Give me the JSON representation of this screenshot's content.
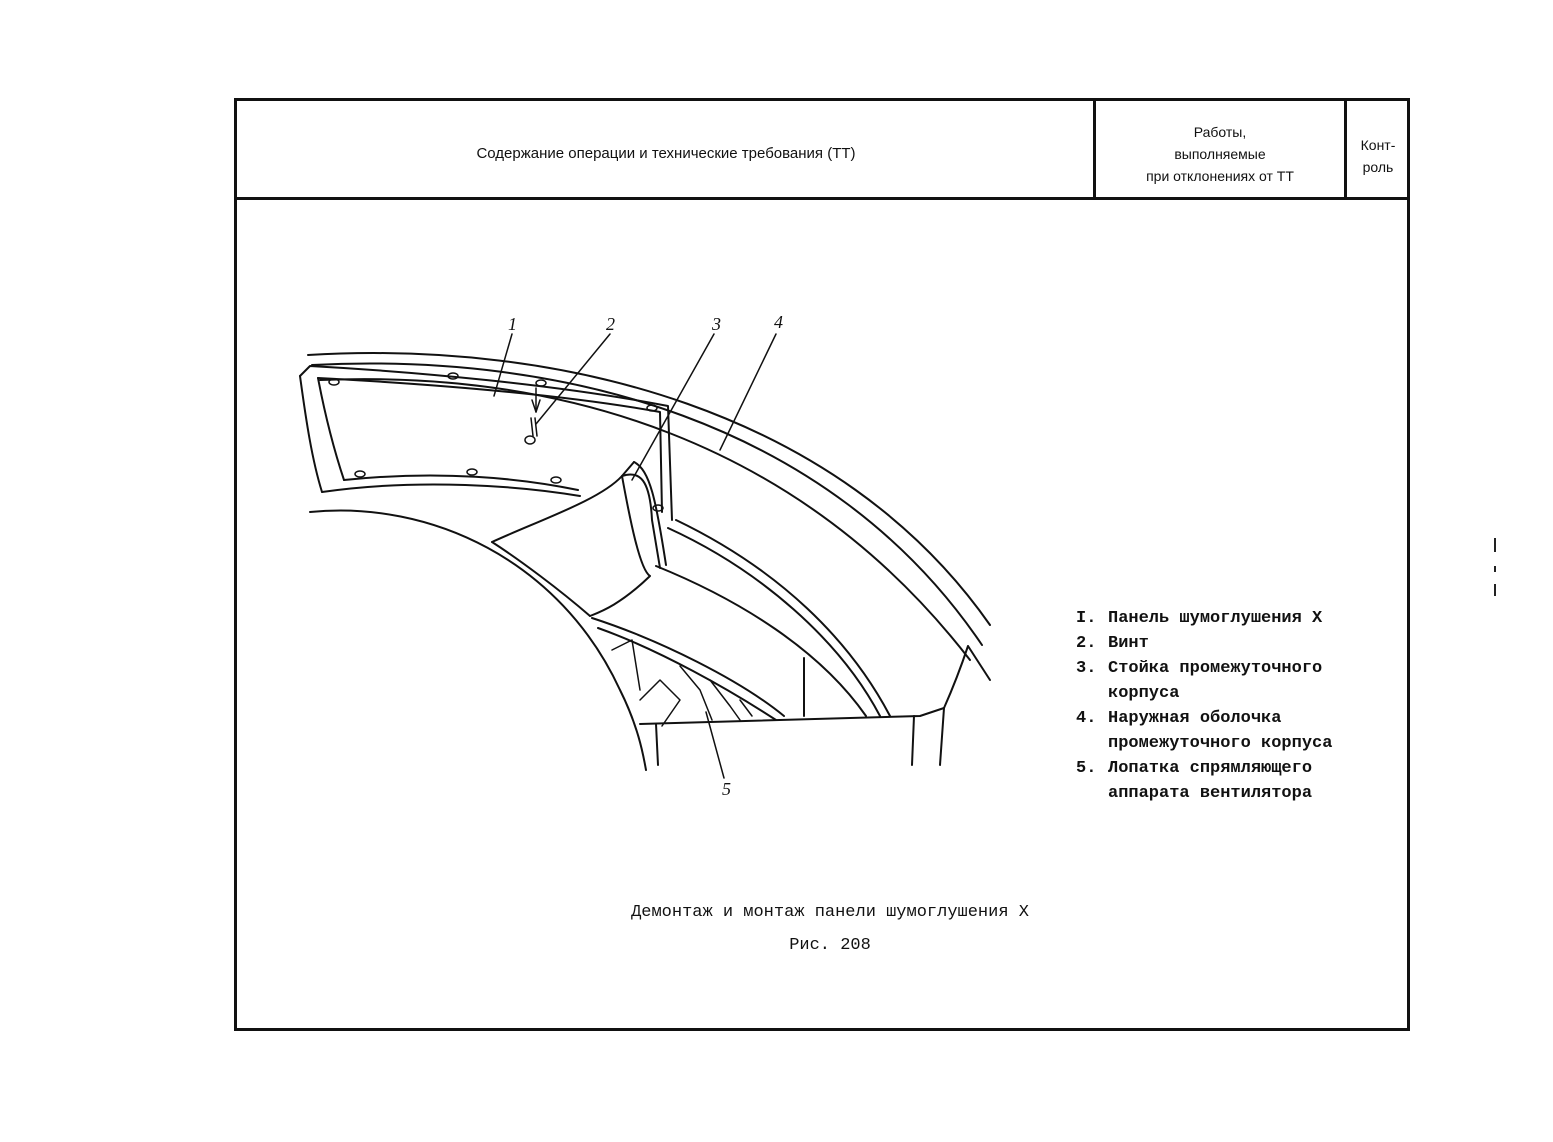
{
  "header": {
    "content_label": "Содержание операции и технические требования (ТТ)",
    "work_lines": [
      "Работы,",
      "выполняемые",
      "при отклонениях от ТТ"
    ],
    "control_lines": [
      "Конт-",
      "роль"
    ]
  },
  "figure": {
    "callouts": [
      "1",
      "2",
      "3",
      "4",
      "5"
    ],
    "legend": [
      {
        "num": "I.",
        "text": "Панель шумоглушения Х"
      },
      {
        "num": "2.",
        "text": "Винт"
      },
      {
        "num": "3.",
        "text": "Стойка промежуточного корпуса"
      },
      {
        "num": "4.",
        "text": "Наружная оболочка промежуточного корпуса"
      },
      {
        "num": "5.",
        "text": "Лопатка спрямляющего аппарата вентилятора"
      }
    ],
    "caption": "Демонтаж и монтаж панели шумоглушения Х",
    "number": "Рис. 208"
  }
}
